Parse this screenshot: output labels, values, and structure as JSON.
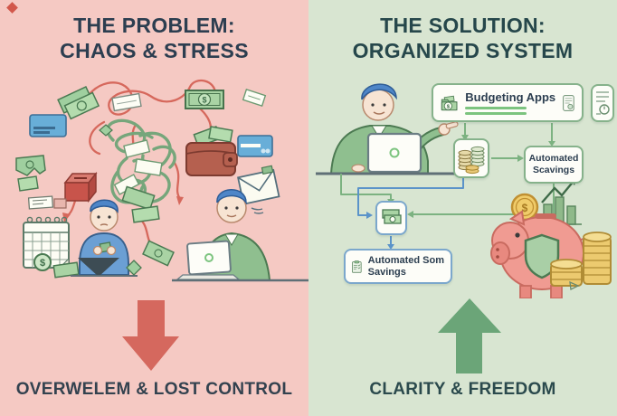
{
  "problem_panel": {
    "title_line1": "THE PROBLEM:",
    "title_line2": "CHAOS & STRESS",
    "caption": "OVERWELEM & LOST CONTROL",
    "arrow_direction": "down"
  },
  "solution_panel": {
    "title_line1": "THE SOLUTION:",
    "title_line2": "ORGANIZED SYSTEM",
    "caption": "CLARITY & FREEDOM",
    "arrow_direction": "up",
    "labels": {
      "budgeting_apps": "Budgeting Apps",
      "automated_savings_line1": "Automated",
      "automated_savings_line2": "Scavings",
      "automated_som_line1": "Automated Som",
      "automated_som_line2": "Savings"
    }
  },
  "glyphs": {
    "dollar": "$"
  },
  "colors": {
    "problem_background": "#f5c9c3",
    "solution_background": "#d8e5d1",
    "problem_arrow": "#d5685e",
    "solution_arrow": "#6ba578",
    "problem_title": "#2c3e50",
    "solution_title": "#26474b",
    "flow_connector_green": "#7cb281",
    "flow_connector_blue": "#5b93c9",
    "piggy_pink": "#f09b92",
    "money_green": "#a9d3a4",
    "coin_gold": "#e8c878"
  }
}
